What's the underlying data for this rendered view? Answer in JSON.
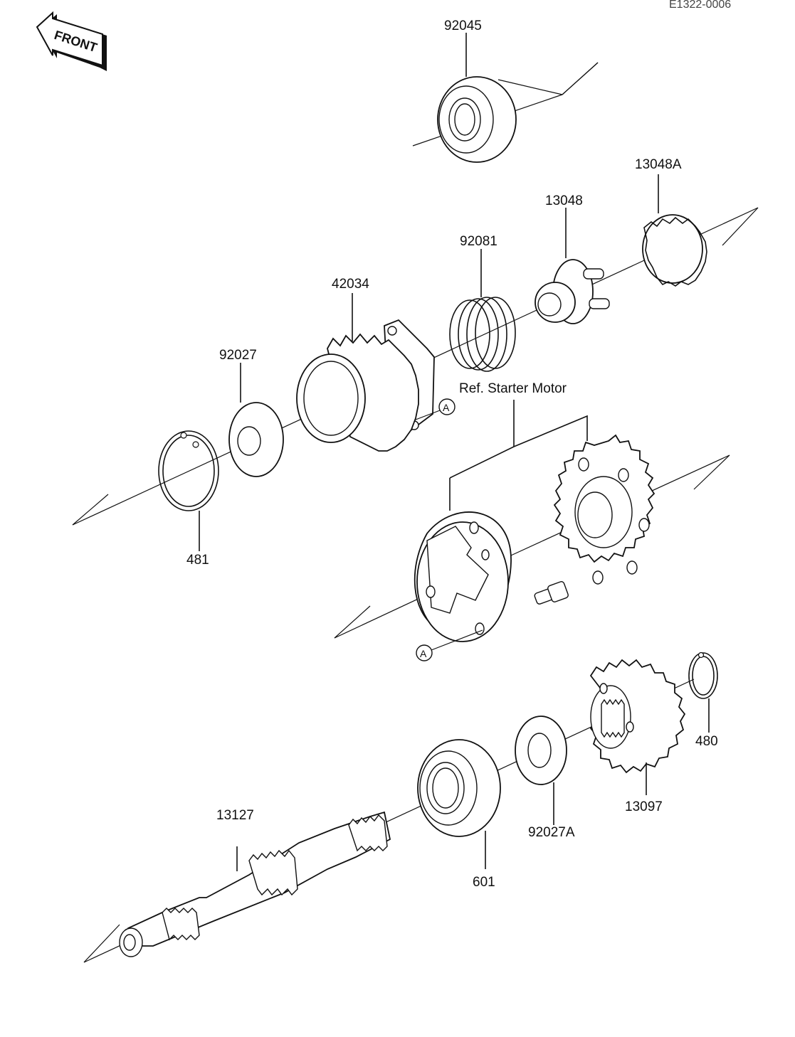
{
  "doc_code": "E1322-0006",
  "front_badge": "FRONT",
  "callouts": {
    "p92045": "92045",
    "p13048A": "13048A",
    "p13048": "13048",
    "p92081": "92081",
    "p42034": "42034",
    "p92027": "92027",
    "ref_starter": "Ref. Starter Motor",
    "p481": "481",
    "p480": "480",
    "p13097": "13097",
    "p92027A": "92027A",
    "p601": "601",
    "p13127": "13127"
  },
  "markers": {
    "a_upper": "A",
    "a_lower": "A"
  }
}
